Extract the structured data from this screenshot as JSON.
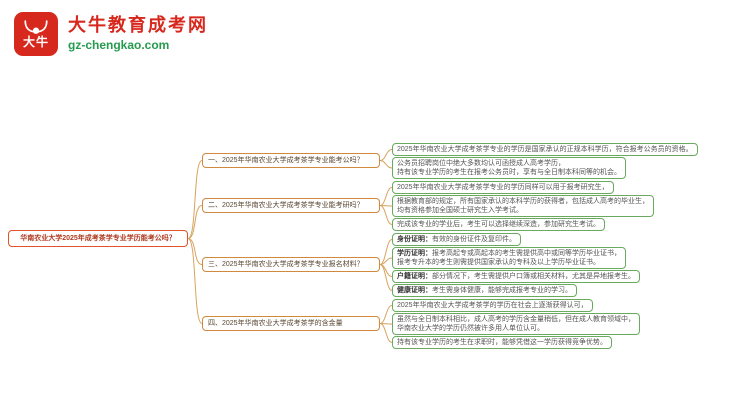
{
  "colors": {
    "brand_red": "#d7281e",
    "url_green": "#259b4e",
    "root_border": "#e0532e",
    "branch_border": "#d18a3d",
    "leaf_border": "#6aaa5f",
    "connector": "#d8a35e"
  },
  "brand": {
    "logo_icon": "ox-icon",
    "logo_text": "大牛",
    "site_name": "大牛教育成考网",
    "site_url": "gz-chengkao.com"
  },
  "mindmap": {
    "root": "华南农业大学2025年成考茶学专业学历能考公吗？",
    "branches": [
      {
        "label": "一、2025年华南农业大学成考茶学专业能考公吗？",
        "leaves": [
          {
            "lines": [
              "2025年华南农业大学成考茶学专业的学历是国家承认的正规本科学历，符合报考公务员的资格。"
            ]
          },
          {
            "lines": [
              "公务员招聘岗位中绝大多数均认可函授成人高考学历，",
              "持有该专业学历的考生在报考公务员时，享有与全日制本科同等的机会。"
            ]
          }
        ]
      },
      {
        "label": "二、2025年华南农业大学成考茶学专业能考研吗？",
        "leaves": [
          {
            "lines": [
              "2025年华南农业大学成考茶学专业的学历同样可以用于报考研究生，"
            ]
          },
          {
            "lines": [
              "根据教育部的规定，所有国家承认的本科学历的获得者，包括成人高考的毕业生，",
              "均有资格参加全国硕士研究生入学考试。"
            ]
          },
          {
            "lines": [
              "完成该专业的学业后，考生可以选择继续深造，参加研究生考试。"
            ]
          }
        ]
      },
      {
        "label": "三、2025年华南农业大学成考茶学专业报名材料？",
        "leaves": [
          {
            "strong": "身份证明：",
            "lines": [
              "有效的身份证件及复印件。"
            ]
          },
          {
            "strong": "学历证明：",
            "lines": [
              "报考高起专或高起本的考生需提供高中或同等学历毕业证书，",
              "报考专升本的考生则需提供国家承认的专科及以上学历毕业证书。"
            ]
          },
          {
            "strong": "户籍证明：",
            "lines": [
              "部分情况下，考生需提供户口簿或相关材料，尤其是异地报考生。"
            ]
          },
          {
            "strong": "健康证明：",
            "lines": [
              "考生需身体健康，能够完成报考专业的学习。"
            ]
          }
        ]
      },
      {
        "label": "四、2025年华南农业大学成考茶学的含金量",
        "leaves": [
          {
            "lines": [
              "2025年华南农业大学成考茶学的学历在社会上逐渐获得认可，"
            ]
          },
          {
            "lines": [
              "虽然与全日制本科相比，成人高考的学历含金量稍低，但在成人教育领域中，",
              "华南农业大学的学历仍然被许多用人单位认可。"
            ]
          },
          {
            "lines": [
              "持有该专业学历的考生在求职时，能够凭借这一学历获得竞争优势。"
            ]
          }
        ]
      }
    ]
  }
}
